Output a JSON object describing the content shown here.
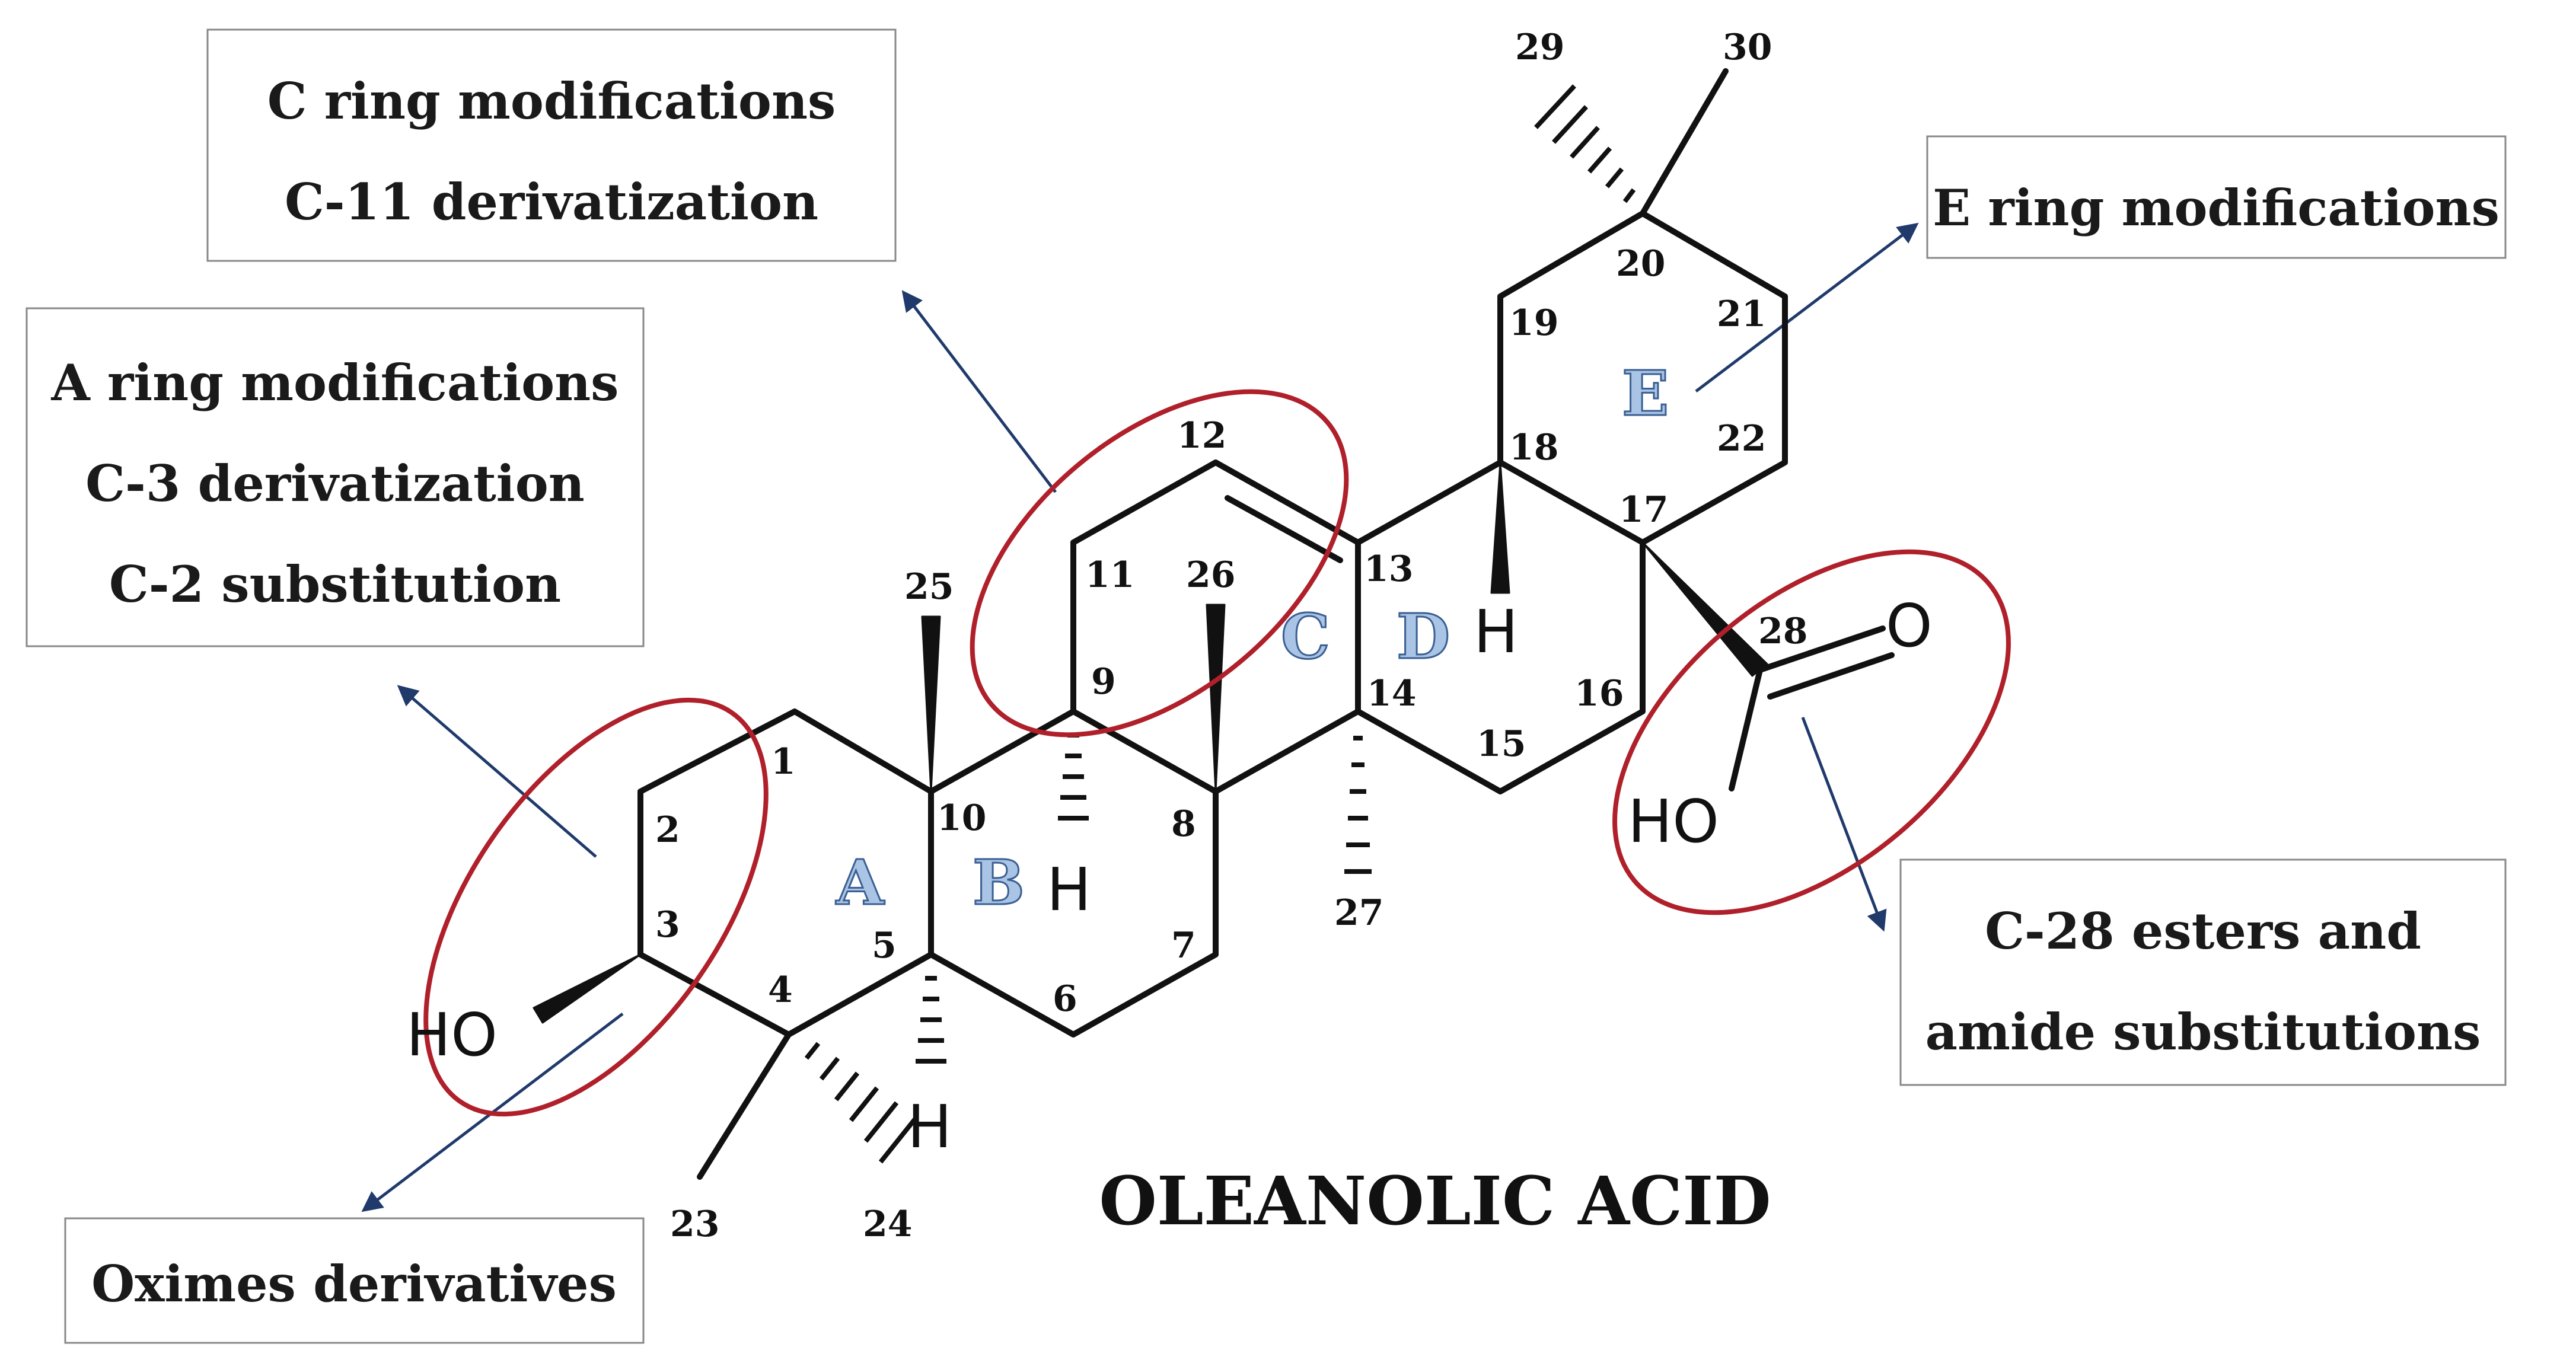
{
  "title": "OLEANOLIC ACID",
  "boxes": {
    "c_ring": [
      "C ring modifications",
      "C-11 derivatization"
    ],
    "a_ring": [
      "A ring modifications",
      "C-3 derivatization",
      "C-2 substitution"
    ],
    "e_ring": [
      "E ring modifications"
    ],
    "c28": [
      "C-28 esters and",
      "amide substitutions"
    ],
    "oximes": [
      "Oximes derivatives"
    ]
  },
  "ring_labels": {
    "A": "A",
    "B": "B",
    "C": "C",
    "D": "D",
    "E": "E"
  },
  "atoms": {
    "ho_c3": "HO",
    "h_b": "H",
    "h_c5": "H",
    "h_c18": "H",
    "o_carbonyl": "O",
    "ho_c28": "HO"
  },
  "carbon_numbers": {
    "n1": "1",
    "n2": "2",
    "n3": "3",
    "n4": "4",
    "n5": "5",
    "n6": "6",
    "n7": "7",
    "n8": "8",
    "n9": "9",
    "n10": "10",
    "n11": "11",
    "n12": "12",
    "n13": "13",
    "n14": "14",
    "n15": "15",
    "n16": "16",
    "n17": "17",
    "n18": "18",
    "n19": "19",
    "n20": "20",
    "n21": "21",
    "n22": "22",
    "n23": "23",
    "n24": "24",
    "n25": "25",
    "n26": "26",
    "n27": "27",
    "n28": "28",
    "n29": "29",
    "n30": "30"
  },
  "colors": {
    "highlight_ellipse": "#b0202a",
    "arrow": "#1f3a6b",
    "ring_label_fill": "#a9c4e4"
  }
}
